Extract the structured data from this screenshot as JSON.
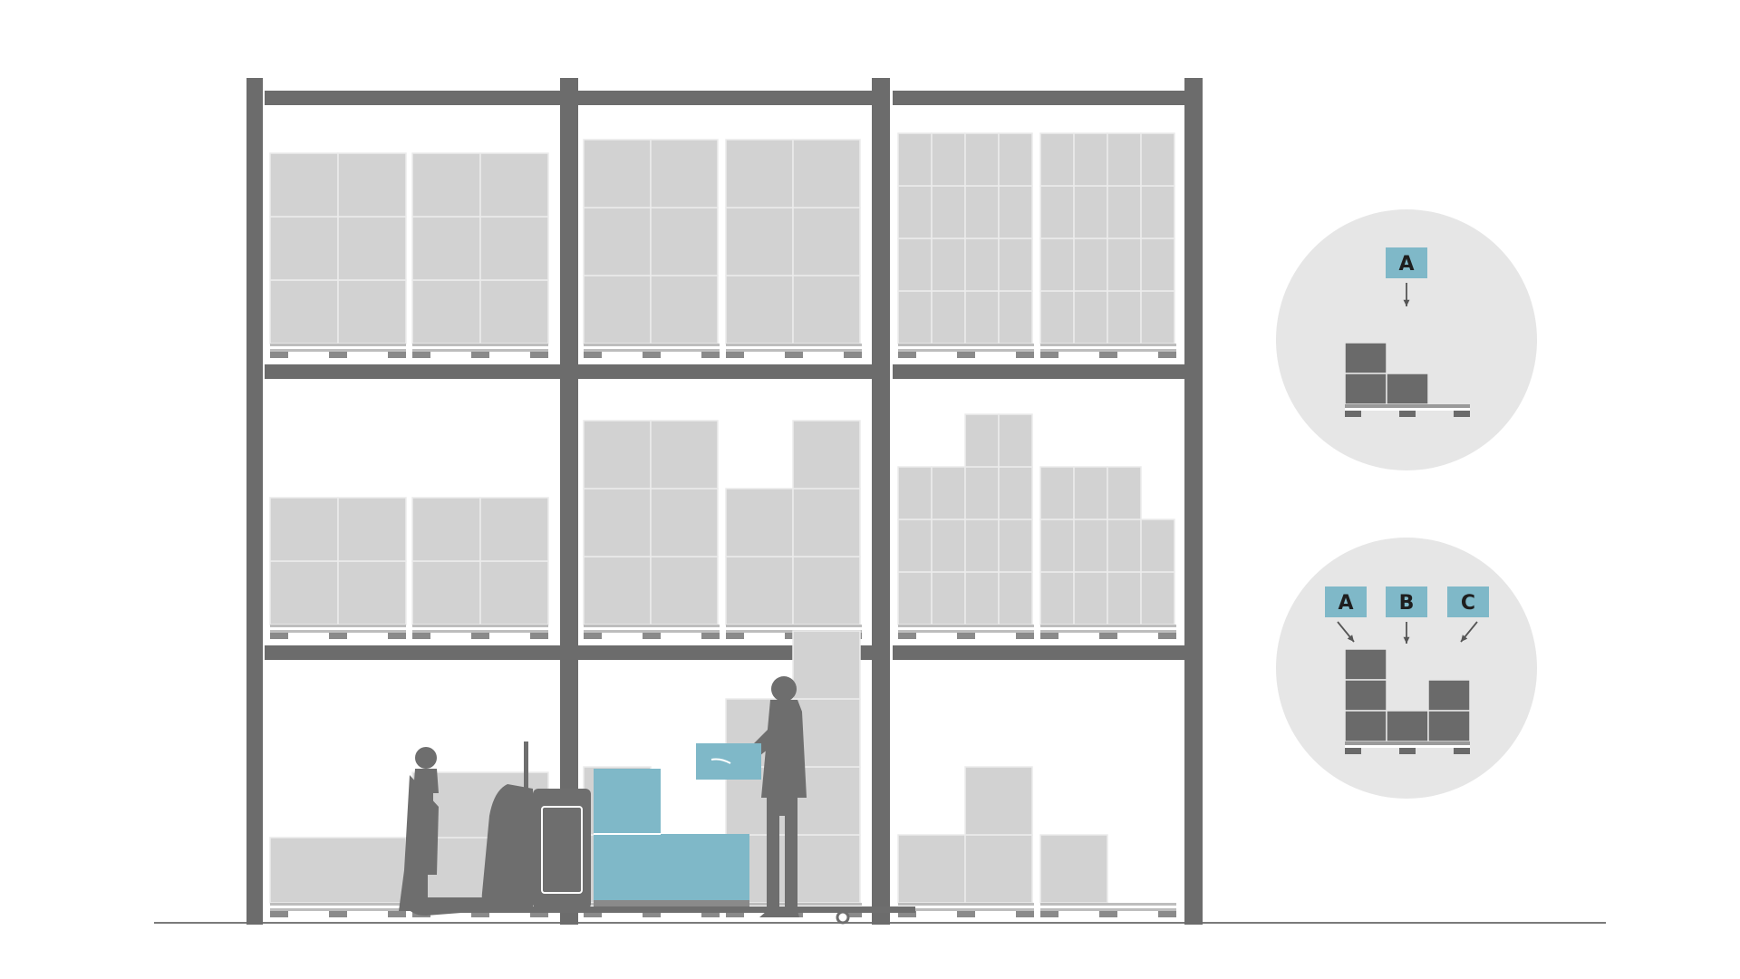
{
  "colors": {
    "rack": "#6c6c6c",
    "box_fill": "#d2d2d2",
    "box_line": "#ececec",
    "pallet_dark": "#8a8a8a",
    "pallet_light": "#bdbdbd",
    "accent": "#7fb8c8",
    "figure": "#6e6e6e",
    "inset_bg": "#e6e6e6",
    "inset_box": "#6a6a6a",
    "floor": "#7a7a7a"
  },
  "insets": [
    {
      "name": "single-sku-order",
      "labels": [
        "A"
      ]
    },
    {
      "name": "mixed-sku-order",
      "labels": [
        "A",
        "B",
        "C"
      ]
    }
  ],
  "icons": [
    "warehouse-worker-icon",
    "order-picker-truck-icon",
    "truck-operator-icon"
  ]
}
